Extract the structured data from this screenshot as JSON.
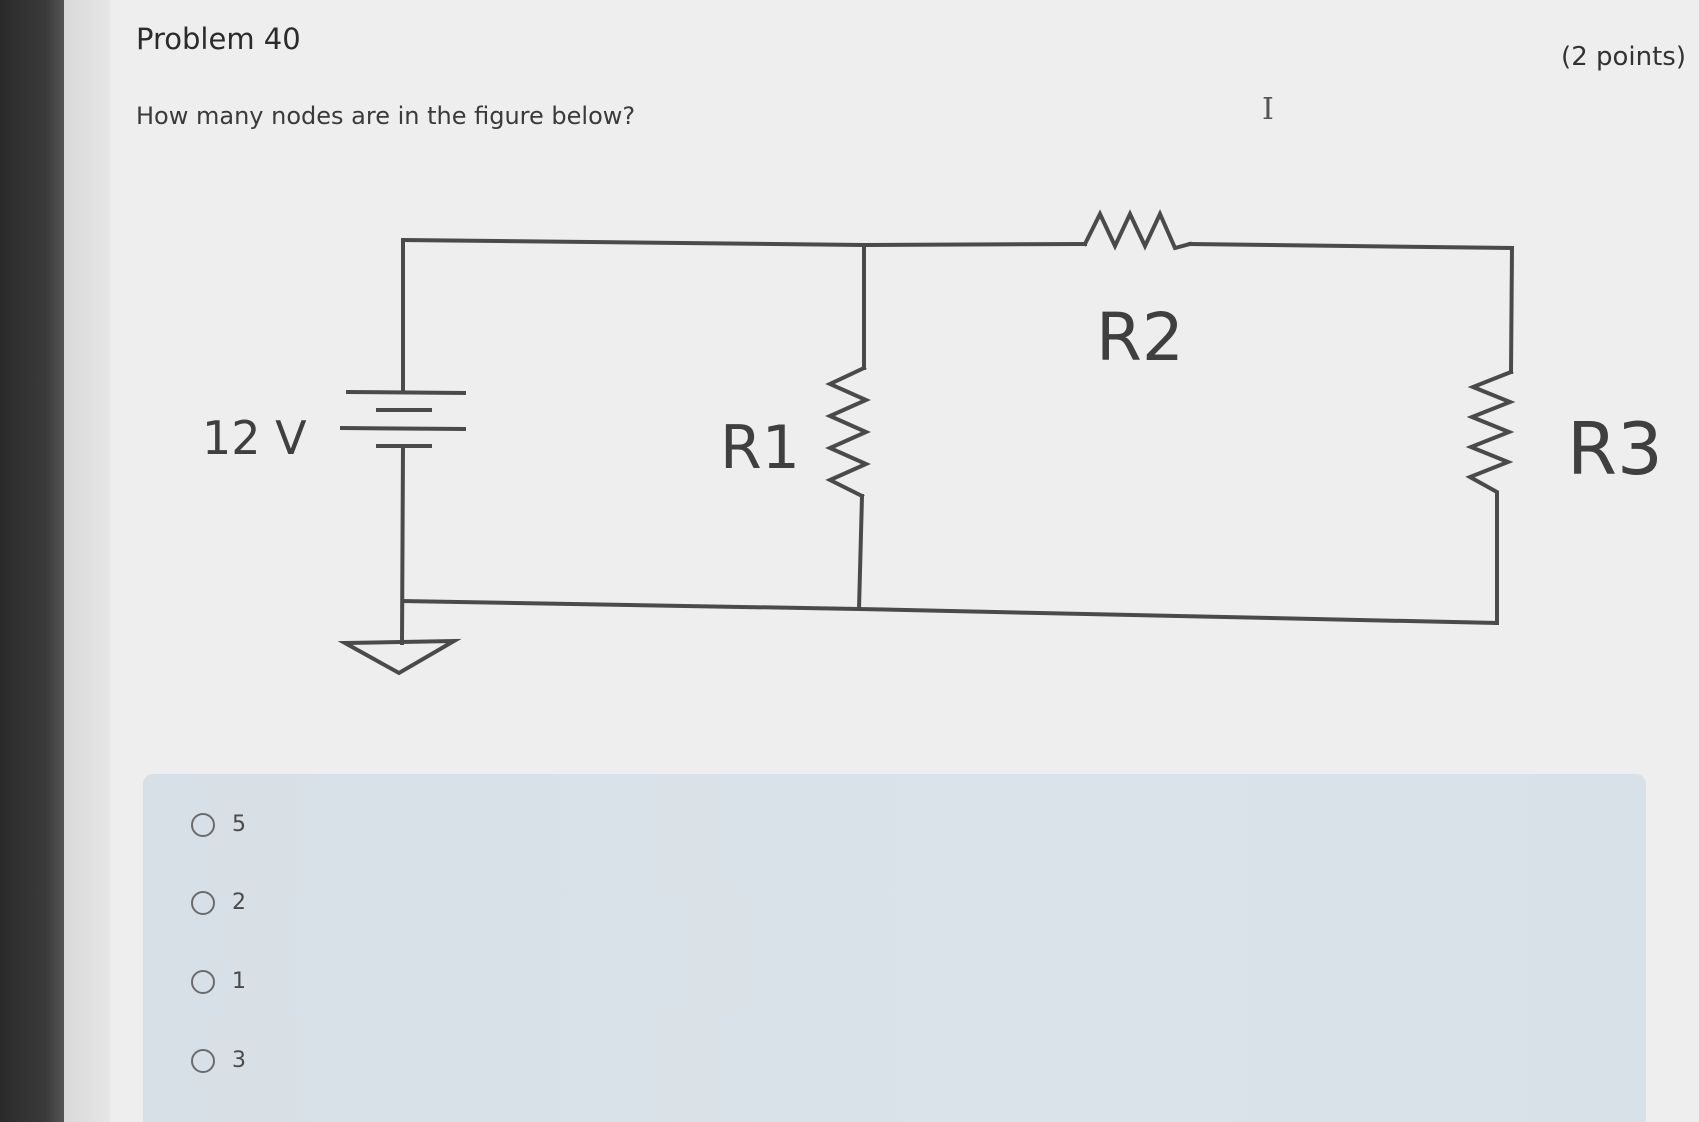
{
  "problem": {
    "title": "Problem 40",
    "points": "(2 points)",
    "question": "How many nodes are in the figure below?"
  },
  "cursor": {
    "glyph": "I",
    "icon": "text-cursor-icon"
  },
  "circuit": {
    "source_label": "12 V",
    "r1_label": "R1",
    "r2_label": "R2",
    "r3_label": "R3"
  },
  "options": [
    {
      "label": "5"
    },
    {
      "label": "2"
    },
    {
      "label": "1"
    },
    {
      "label": "3"
    }
  ],
  "colors": {
    "page_background": "#eeeeee",
    "answer_panel": "#d9e2e9",
    "wire": "#4a4a4a"
  }
}
